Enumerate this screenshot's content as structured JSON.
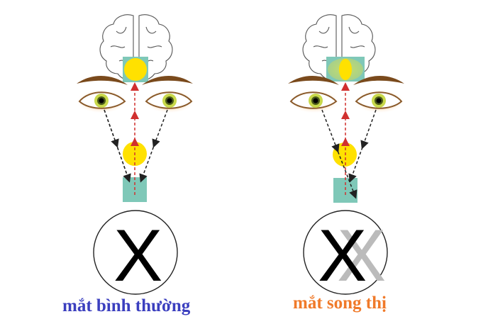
{
  "diagram": {
    "panels": [
      {
        "id": "normal",
        "caption": "mắt bình thường",
        "caption_color": "#3b3fbf",
        "letter": "X",
        "letter_ghost": "",
        "brain_image": "single-fused-circle",
        "object": "yellow-circle-in-front-of-teal-square"
      },
      {
        "id": "diplopia",
        "caption": "mắt song thị",
        "caption_color": "#f07a2a",
        "letter": "X",
        "letter_ghost": "X",
        "brain_image": "overlapping-double-image",
        "object": "yellow-circle-in-front-of-teal-square"
      }
    ],
    "colors": {
      "teal": "#7fc8b8",
      "yellow": "#ffe100",
      "light_green": "#b8d66a",
      "red_arrow": "#d0302f",
      "black_arrow": "#222222",
      "brow": "#7a4a1c",
      "iris": "#c8d84a",
      "ghost_letter": "#bbbbbb"
    }
  }
}
